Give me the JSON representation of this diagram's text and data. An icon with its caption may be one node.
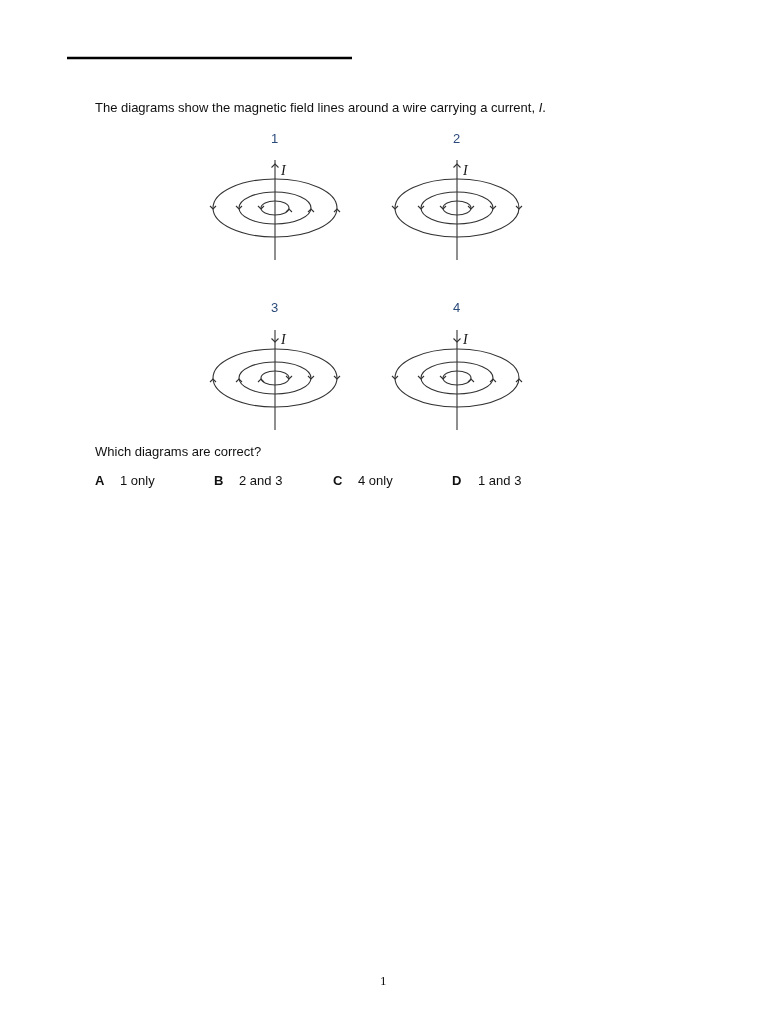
{
  "diagram": {
    "labels": [
      "The diagrams show the magnetic field lines around a wire carrying a current, *I*.",
      "1",
      "I",
      "2",
      "I",
      "3",
      "I",
      "4",
      "I",
      "Which diagrams are correct?",
      "A",
      "1 only",
      "B",
      "2 and 3",
      "C",
      "4 only",
      "D",
      "1 and 3",
      "1"
    ]
  }
}
